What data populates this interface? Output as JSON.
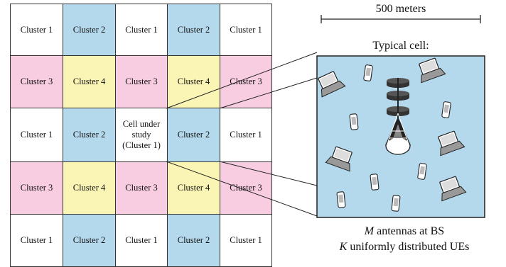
{
  "colors": {
    "cluster_1": "#ffffff",
    "cluster_2": "#b4d9ec",
    "cluster_3": "#f8cde1",
    "cluster_4": "#fbf5b5",
    "cell_background": "#b4d9ec"
  },
  "grid": {
    "rows": [
      [
        {
          "label": "Cluster 1",
          "cluster": 1
        },
        {
          "label": "Cluster 2",
          "cluster": 2
        },
        {
          "label": "Cluster 1",
          "cluster": 1
        },
        {
          "label": "Cluster 2",
          "cluster": 2
        },
        {
          "label": "Cluster 1",
          "cluster": 1
        }
      ],
      [
        {
          "label": "Cluster 3",
          "cluster": 3
        },
        {
          "label": "Cluster 4",
          "cluster": 4
        },
        {
          "label": "Cluster 3",
          "cluster": 3
        },
        {
          "label": "Cluster 4",
          "cluster": 4
        },
        {
          "label": "Cluster 3",
          "cluster": 3
        }
      ],
      [
        {
          "label": "Cluster 1",
          "cluster": 1
        },
        {
          "label": "Cluster 2",
          "cluster": 2
        },
        {
          "label": "Cell under\nstudy\n(Cluster 1)",
          "cluster": 1
        },
        {
          "label": "Cluster 2",
          "cluster": 2
        },
        {
          "label": "Cluster 1",
          "cluster": 1
        }
      ],
      [
        {
          "label": "Cluster 3",
          "cluster": 3
        },
        {
          "label": "Cluster 4",
          "cluster": 4
        },
        {
          "label": "Cluster 3",
          "cluster": 3
        },
        {
          "label": "Cluster 4",
          "cluster": 4
        },
        {
          "label": "Cluster 3",
          "cluster": 3
        }
      ],
      [
        {
          "label": "Cluster 1",
          "cluster": 1
        },
        {
          "label": "Cluster 2",
          "cluster": 2
        },
        {
          "label": "Cluster 1",
          "cluster": 1
        },
        {
          "label": "Cluster 2",
          "cluster": 2
        },
        {
          "label": "Cluster 1",
          "cluster": 1
        }
      ]
    ]
  },
  "scale_bar": {
    "label": "500 meters"
  },
  "typical_cell": {
    "title": "Typical cell:",
    "caption_m_symbol": "M",
    "caption_m_text": " antennas at BS",
    "caption_k_symbol": "K",
    "caption_k_text": " uniformly distributed UEs",
    "icons": {
      "base_station": "base-station-tower-icon",
      "laptop": "laptop-icon",
      "phone": "phone-icon"
    }
  }
}
